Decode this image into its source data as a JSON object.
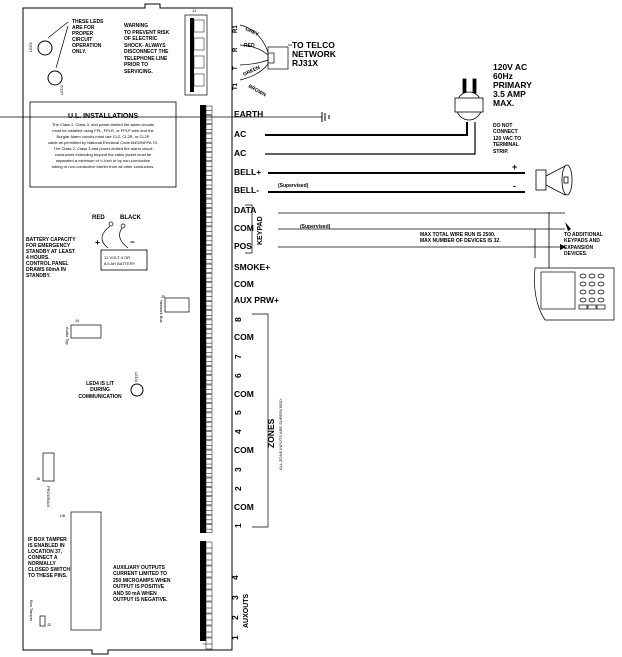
{
  "board": {
    "led_note": [
      "THESE LEDS",
      "ARE FOR",
      "PROPER",
      "CIRCUIT",
      "OPERATION",
      "ONLY."
    ],
    "led1": "LED1",
    "led2": "LED2",
    "warning": [
      "WARNING",
      "TO PREVENT RISK",
      "OF ELECTRIC",
      "SHOCK- ALWAYS",
      "DISCONNECT THE",
      "TELEPHONE LINE",
      "PRIOR TO",
      "SERVICING."
    ],
    "telco_block": "J1",
    "ul_title": "U.L. INSTALLATIONS",
    "ul_text": [
      "The Class 2, Class 3, and power-limited fire alarm circuits",
      "must be installed using FPL, FPLR, or FPLP wire and the",
      "Burglar Alarm circuits must use CL2, CL2R, or CL2P",
      "cable as permitted by National Electrical Code ANSI/NFPA 70.",
      "The Class 2, Class 3 and power-limited fire alarm circuit",
      "conductors extending beyond the cable jacket must be",
      "separated a minimum of ¼ inch or by non-conductive",
      "tubing or non-conductive barrier from all other conductors."
    ],
    "battery_labels": [
      "RED",
      "BLACK"
    ],
    "battery_plus": "+",
    "battery_minus": "−",
    "battery_box": [
      "12 VOLT 4 OR",
      "6.5 AH BATTERY"
    ],
    "battery_note": [
      "BATTERY CAPACITY",
      "FOR EMERGENCY",
      "STANDBY AT LEAST",
      "4 HOURS.",
      "CONTROL PANEL",
      "DRAWS 60mA IN",
      "STANDBY."
    ],
    "network_bus": "Network Bus",
    "j5": "J5",
    "audio_tap": "Audio Tap",
    "j4": "J4",
    "led4_note": [
      "LED4 IS LIT",
      "DURING",
      "COMMUNICATION"
    ],
    "led4": "LED4",
    "program": "PROGRAM",
    "j6": "J6",
    "u6": "U6",
    "tamper_note": [
      "IF BOX TAMPER",
      "IS ENABLED IN",
      "LOCATION 37,",
      "CONNECT A",
      "NORMALLY",
      "CLOSED SWITCH",
      "TO THESE PINS."
    ],
    "box_tamper": "Box Tamper",
    "j2": "J2",
    "aux_note": [
      "AUXILIARY OUTPUTS",
      "CURRENT LIMITED TO",
      "250 MICROAMPS WHEN",
      "OUTPUT IS POSITIVE",
      "AND 50 mA WHEN",
      "OUTPUT IS NEGATIVE."
    ]
  },
  "telco": {
    "terminals": [
      "R1",
      "R",
      "T",
      "T1"
    ],
    "wires": [
      "GREY",
      "RED",
      "GREEN",
      "BROWN"
    ],
    "label": [
      "TO TELCO",
      "NETWORK",
      "RJ31X"
    ]
  },
  "terminals": {
    "labels": [
      "EARTH",
      "AC",
      "AC",
      "BELL+",
      "BELL-",
      "DATA",
      "COM",
      "POS",
      "SMOKE+",
      "COM",
      "AUX PRW+",
      "8",
      "COM",
      "7",
      "6",
      "COM",
      "5",
      "4",
      "COM",
      "3",
      "2",
      "COM",
      "1"
    ],
    "keypad_group": "KEYPAD",
    "zones_group": "ZONES",
    "zones_note": "ALL ZONE INPUTS ARE SUPERVISED.",
    "auxouts": [
      "1",
      "2",
      "3",
      "4"
    ],
    "auxouts_label": "AUXOUTS"
  },
  "wiring": {
    "bell_supervised": "(Supervised)",
    "keypad_supervised": "(Supervised)",
    "transformer_note": [
      "120V AC",
      "60Hz",
      "PRIMARY",
      "3.5 AMP",
      "MAX."
    ],
    "do_not_connect": [
      "DO NOT",
      "CONNECT",
      "120 VAC TO",
      "TERMINAL",
      "STRIP."
    ],
    "bell_plus": "+",
    "bell_minus": "-",
    "max_wire": [
      "MAX TOTAL WIRE RUN IS 2500.",
      "MAX NUMBER OF DEVICES IS 32."
    ],
    "additional": [
      "TO ADDITIONAL",
      "KEYPADS AND",
      "EXPANSION",
      "DEVICES."
    ]
  }
}
